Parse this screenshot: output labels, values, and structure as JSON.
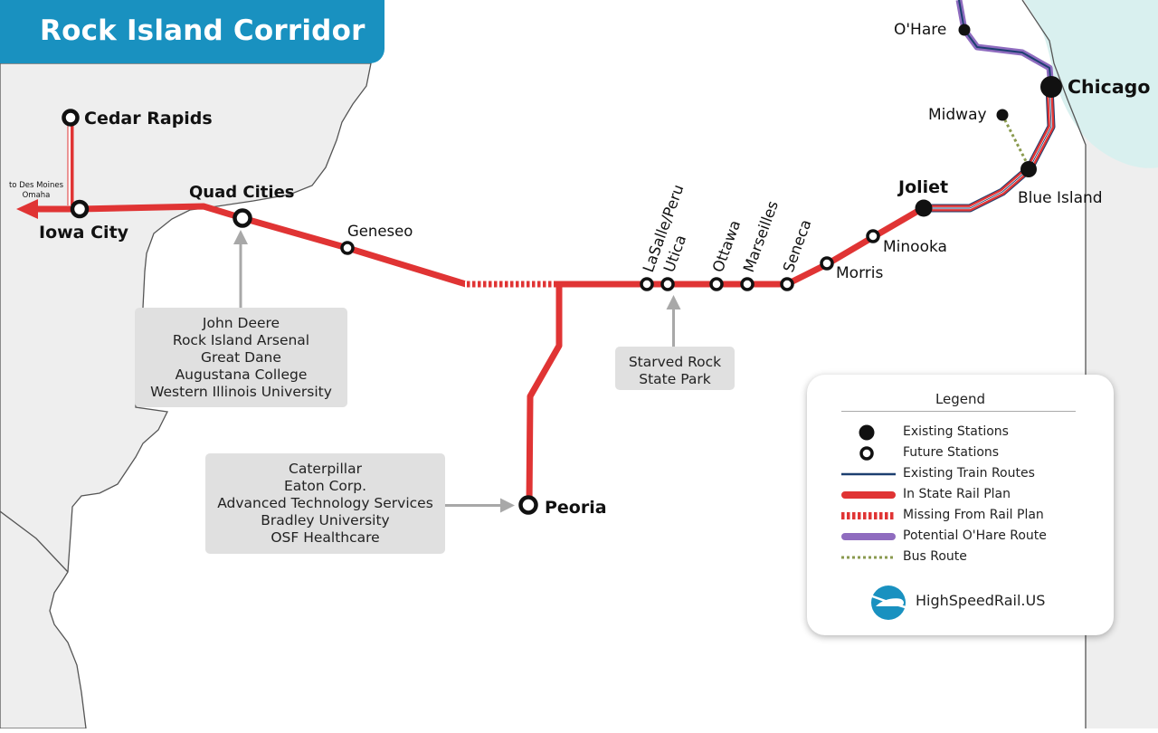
{
  "title": "Rock Island Corridor",
  "colors": {
    "banner": "#1991c0",
    "existing_route": "#1c3f70",
    "rail_plan": "#e03434",
    "ohare_route": "#8f6cbf",
    "bus_route": "#8a9a4e",
    "lake": "#d9f0ef",
    "land_other": "#eeeeee",
    "station": "#111111"
  },
  "stations": {
    "cedar_rapids": "Cedar Rapids",
    "iowa_city": "Iowa City",
    "quad_cities": "Quad Cities",
    "geneseo": "Geneseo",
    "lasalle_peru": "LaSalle/Peru",
    "utica": "Utica",
    "ottawa": "Ottawa",
    "marseilles": "Marseilles",
    "seneca": "Seneca",
    "morris": "Morris",
    "minooka": "Minooka",
    "joliet": "Joliet",
    "blue_island": "Blue Island",
    "midway": "Midway",
    "chicago": "Chicago",
    "ohare": "O'Hare",
    "peoria": "Peoria"
  },
  "west_arrow": {
    "line1": "to Des Moines",
    "line2": "Omaha"
  },
  "callouts": {
    "quad_cities": [
      "John Deere",
      "Rock Island Arsenal",
      "Great Dane",
      "Augustana College",
      "Western Illinois University"
    ],
    "starved_rock": [
      "Starved Rock",
      "State Park"
    ],
    "peoria": [
      "Caterpillar",
      "Eaton Corp.",
      "Advanced Technology Services",
      "Bradley University",
      "OSF Healthcare"
    ]
  },
  "legend": {
    "title": "Legend",
    "items": [
      {
        "label": "Existing Stations",
        "icon": "existing-station-icon"
      },
      {
        "label": "Future Stations",
        "icon": "future-station-icon"
      },
      {
        "label": "Existing Train Routes",
        "icon": "existing-route-line"
      },
      {
        "label": "In State Rail Plan",
        "icon": "rail-plan-line"
      },
      {
        "label": "Missing From Rail Plan",
        "icon": "missing-rail-plan-line"
      },
      {
        "label": "Potential O'Hare Route",
        "icon": "ohare-route-line"
      },
      {
        "label": "Bus Route",
        "icon": "bus-route-line"
      }
    ],
    "brand": "HighSpeedRail.US",
    "brand_icon": "high-speed-train-logo-icon"
  }
}
